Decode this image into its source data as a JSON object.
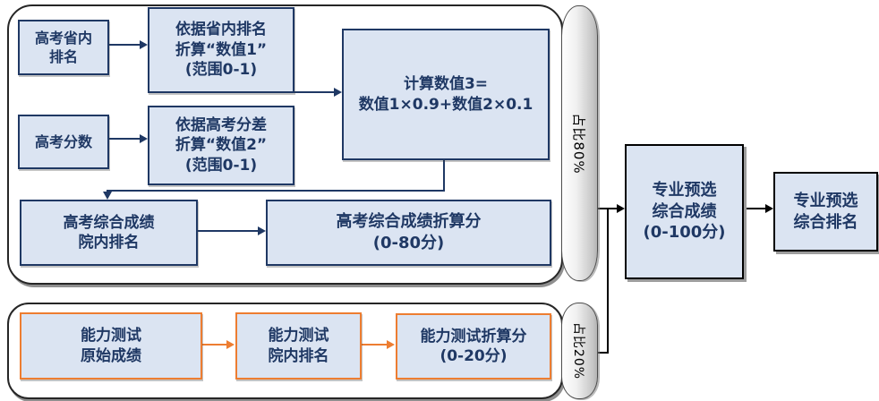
{
  "colors": {
    "navy": "#1f3864",
    "box_fill": "#dbe4f2",
    "orange": "#ed7d31",
    "black": "#000000",
    "capsule_gray": "#b3b3b3"
  },
  "badges": {
    "gaokao_weight": "占比80%",
    "ability_weight": "占比20%"
  },
  "nodes": {
    "provincial_rank": "高考省内\n排名",
    "value1": "依据省内排名\n折算“数值1”\n(范围0-1)",
    "gaokao_score": "高考分数",
    "value2": "依据高考分差\n折算“数值2”\n(范围0-1)",
    "value3_formula": "计算数值3=\n数值1×0.9+数值2×0.1",
    "comprehensive_college_rank": "高考综合成绩\n院内排名",
    "gaokao_converted_score": "高考综合成绩折算分\n(0-80分)",
    "preselect_composite_score": "专业预选\n综合成绩\n(0-100分)",
    "preselect_composite_rank": "专业预选\n综合排名",
    "ability_raw_score": "能力测试\n原始成绩",
    "ability_college_rank": "能力测试\n院内排名",
    "ability_converted_score": "能力测试折算分\n(0-20分)"
  }
}
